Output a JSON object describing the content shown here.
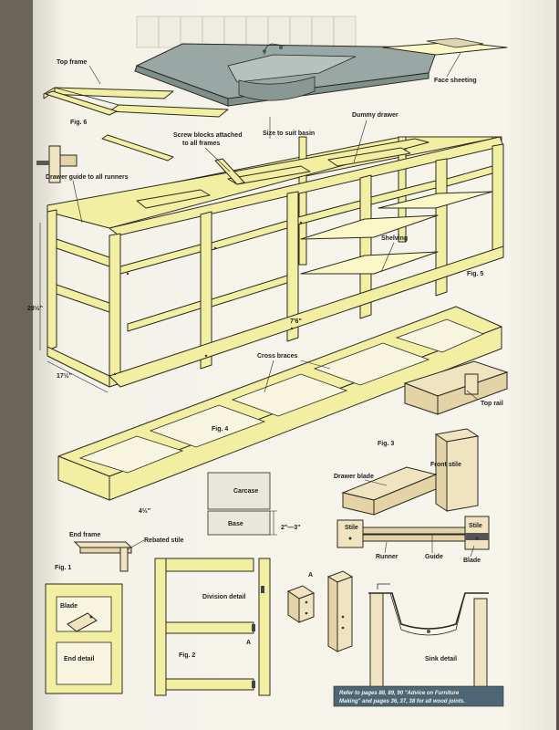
{
  "labels": {
    "top_frame": "Top frame",
    "face_sheeting": "Face sheeting",
    "fig6": "Fig. 6",
    "screw_blocks_1": "Screw blocks attached",
    "screw_blocks_2": "to all frames",
    "size_to_suit_basin": "Size to suit basin",
    "dummy_drawer": "Dummy drawer",
    "drawer_guide": "Drawer guide to all runners",
    "shelving": "Shelving",
    "fig5": "Fig. 5",
    "height_dim": "28½\"",
    "width_dim": "7'6\"",
    "depth_dim": "17½\"",
    "cross_braces": "Cross braces",
    "top_rail": "Top rail",
    "fig4": "Fig. 4",
    "fig3": "Fig. 3",
    "front_stile": "Front stile",
    "drawer_blade": "Drawer blade",
    "carcase": "Carcase",
    "base": "Base",
    "plinth_dim": "2\"—3\"",
    "base_dim": "4½\"",
    "stile_left": "Stile",
    "stile_right": "Stile",
    "runner": "Runner",
    "guide": "Guide",
    "blade": "Blade",
    "end_frame": "End frame",
    "rebated_stile": "Rebated stile",
    "fig1": "Fig. 1",
    "division_detail": "Division detail",
    "blade_detail": "Blade",
    "end_detail": "End detail",
    "fig2": "Fig. 2",
    "marker_a1": "A",
    "marker_a2": "A",
    "sink_detail": "Sink detail",
    "refer_1": "Refer to pages 88, 89, 90 \"Advice on Furniture",
    "refer_2": "Making\" and pages 36, 37, 38 for all wood joints."
  },
  "colors": {
    "frame_timber": "#f2eea2",
    "sink_steel": "#9aa8a5",
    "paper": "#f7f5ec",
    "note_box": "#4c6675"
  }
}
